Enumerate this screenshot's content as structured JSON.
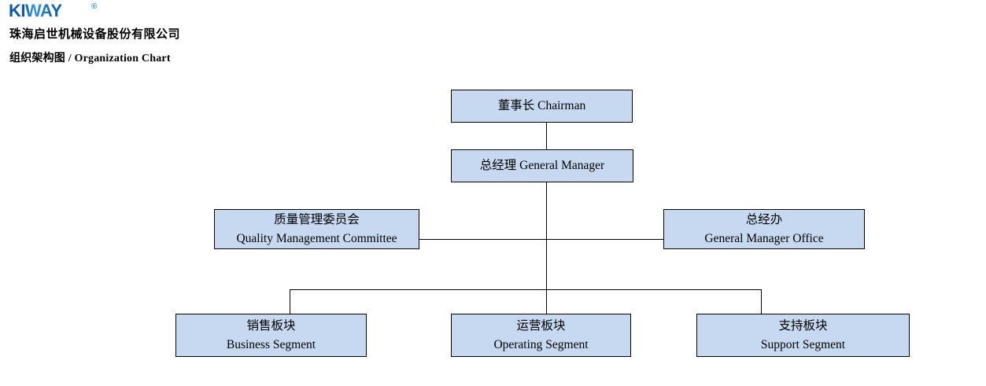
{
  "header": {
    "logo_text": "KIWAY",
    "logo_registered_mark": "®",
    "company_name": "珠海启世机械设备股份有限公司",
    "page_title": "组织架构图 / Organization Chart"
  },
  "org_chart": {
    "nodes": {
      "chairman": {
        "line1": "董事长 Chairman",
        "line2": ""
      },
      "general_manager": {
        "line1": "总经理 General Manager",
        "line2": ""
      },
      "quality_management_committee": {
        "line1": "质量管理委员会",
        "line2": "Quality Management Committee"
      },
      "general_manager_office": {
        "line1": "总经办",
        "line2": "General Manager Office"
      },
      "business_segment": {
        "line1": "销售板块",
        "line2": "Business Segment"
      },
      "operating_segment": {
        "line1": "运营板块",
        "line2": "Operating Segment"
      },
      "support_segment": {
        "line1": "支持板块",
        "line2": "Support Segment"
      }
    },
    "hierarchy": {
      "root": "chairman",
      "chairman_reports": [
        "general_manager"
      ],
      "general_manager_reports": [
        "quality_management_committee",
        "general_manager_office",
        "business_segment",
        "operating_segment",
        "support_segment"
      ]
    }
  },
  "colors": {
    "node_fill": "#c6d9f1",
    "node_border": "#000000",
    "connector": "#000000",
    "logo_blue_dark": "#0b57a6",
    "logo_blue_light": "#399ddb"
  }
}
